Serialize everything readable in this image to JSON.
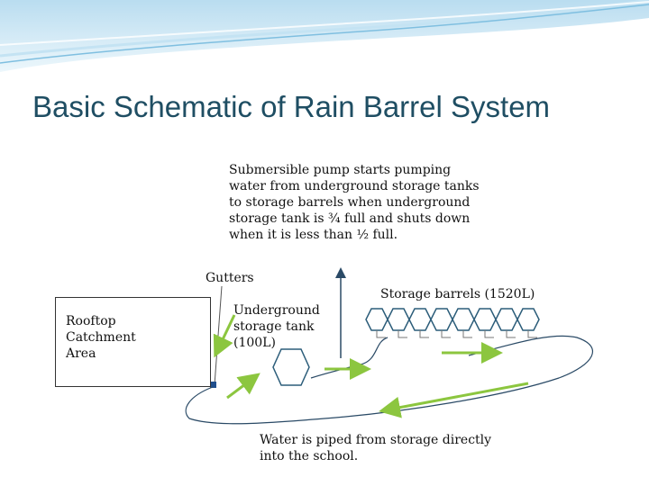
{
  "title": "Basic Schematic of Rain Barrel System",
  "pump_note": "Submersible pump starts pumping\nwater from underground storage tanks\nto storage barrels when underground\nstorage tank is ¾ full and shuts down\nwhen it is less than ½ full.",
  "gutters_label": "Gutters",
  "storage_barrels_label": "Storage barrels (1520L)",
  "underground_tank_label": "Underground\nstorage tank\n(100L)",
  "rooftop_label": "Rooftop\nCatchment\nArea",
  "school_note": "Water is piped from storage directly\ninto the school.",
  "colors": {
    "title": "#1f4e63",
    "hexagon_stroke": "#2c5d7a",
    "flow_arrow": "#8cc63f",
    "pipe": "#2a4a66",
    "gutter_marker": "#1f4e8c",
    "header_wave_light": "#d9eef8",
    "header_wave_mid": "#a8d4ec"
  },
  "barrel_count": 8
}
